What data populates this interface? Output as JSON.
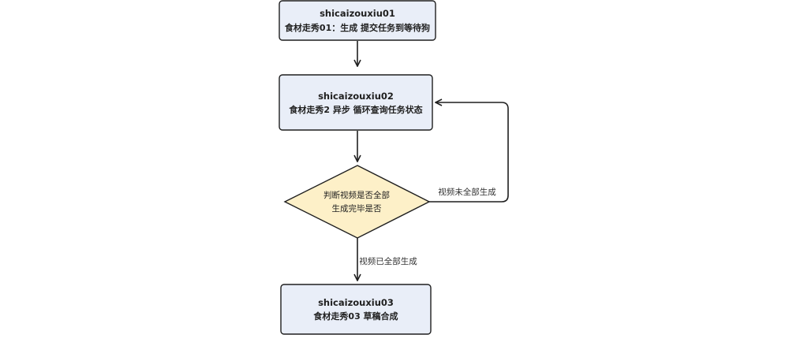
{
  "flowchart": {
    "nodes": {
      "step1": {
        "title": "shicaizouxiu01",
        "subtitle": "食材走秀01：生成 提交任务到等待狗"
      },
      "step2": {
        "title": "shicaizouxiu02",
        "subtitle": "食材走秀2 异步 循环查询任务状态"
      },
      "decision": {
        "line1": "判断视频是否全部",
        "line2": "生成完毕是否"
      },
      "step3": {
        "title": "shicaizouxiu03",
        "subtitle": "食材走秀03 草稿合成"
      }
    },
    "edges": {
      "loop_label": "视频未全部生成",
      "done_label": "视频已全部生成"
    }
  },
  "colors": {
    "process_fill": "#e9eef8",
    "decision_fill": "#fdf0c8",
    "stroke": "#1f1f1f"
  }
}
